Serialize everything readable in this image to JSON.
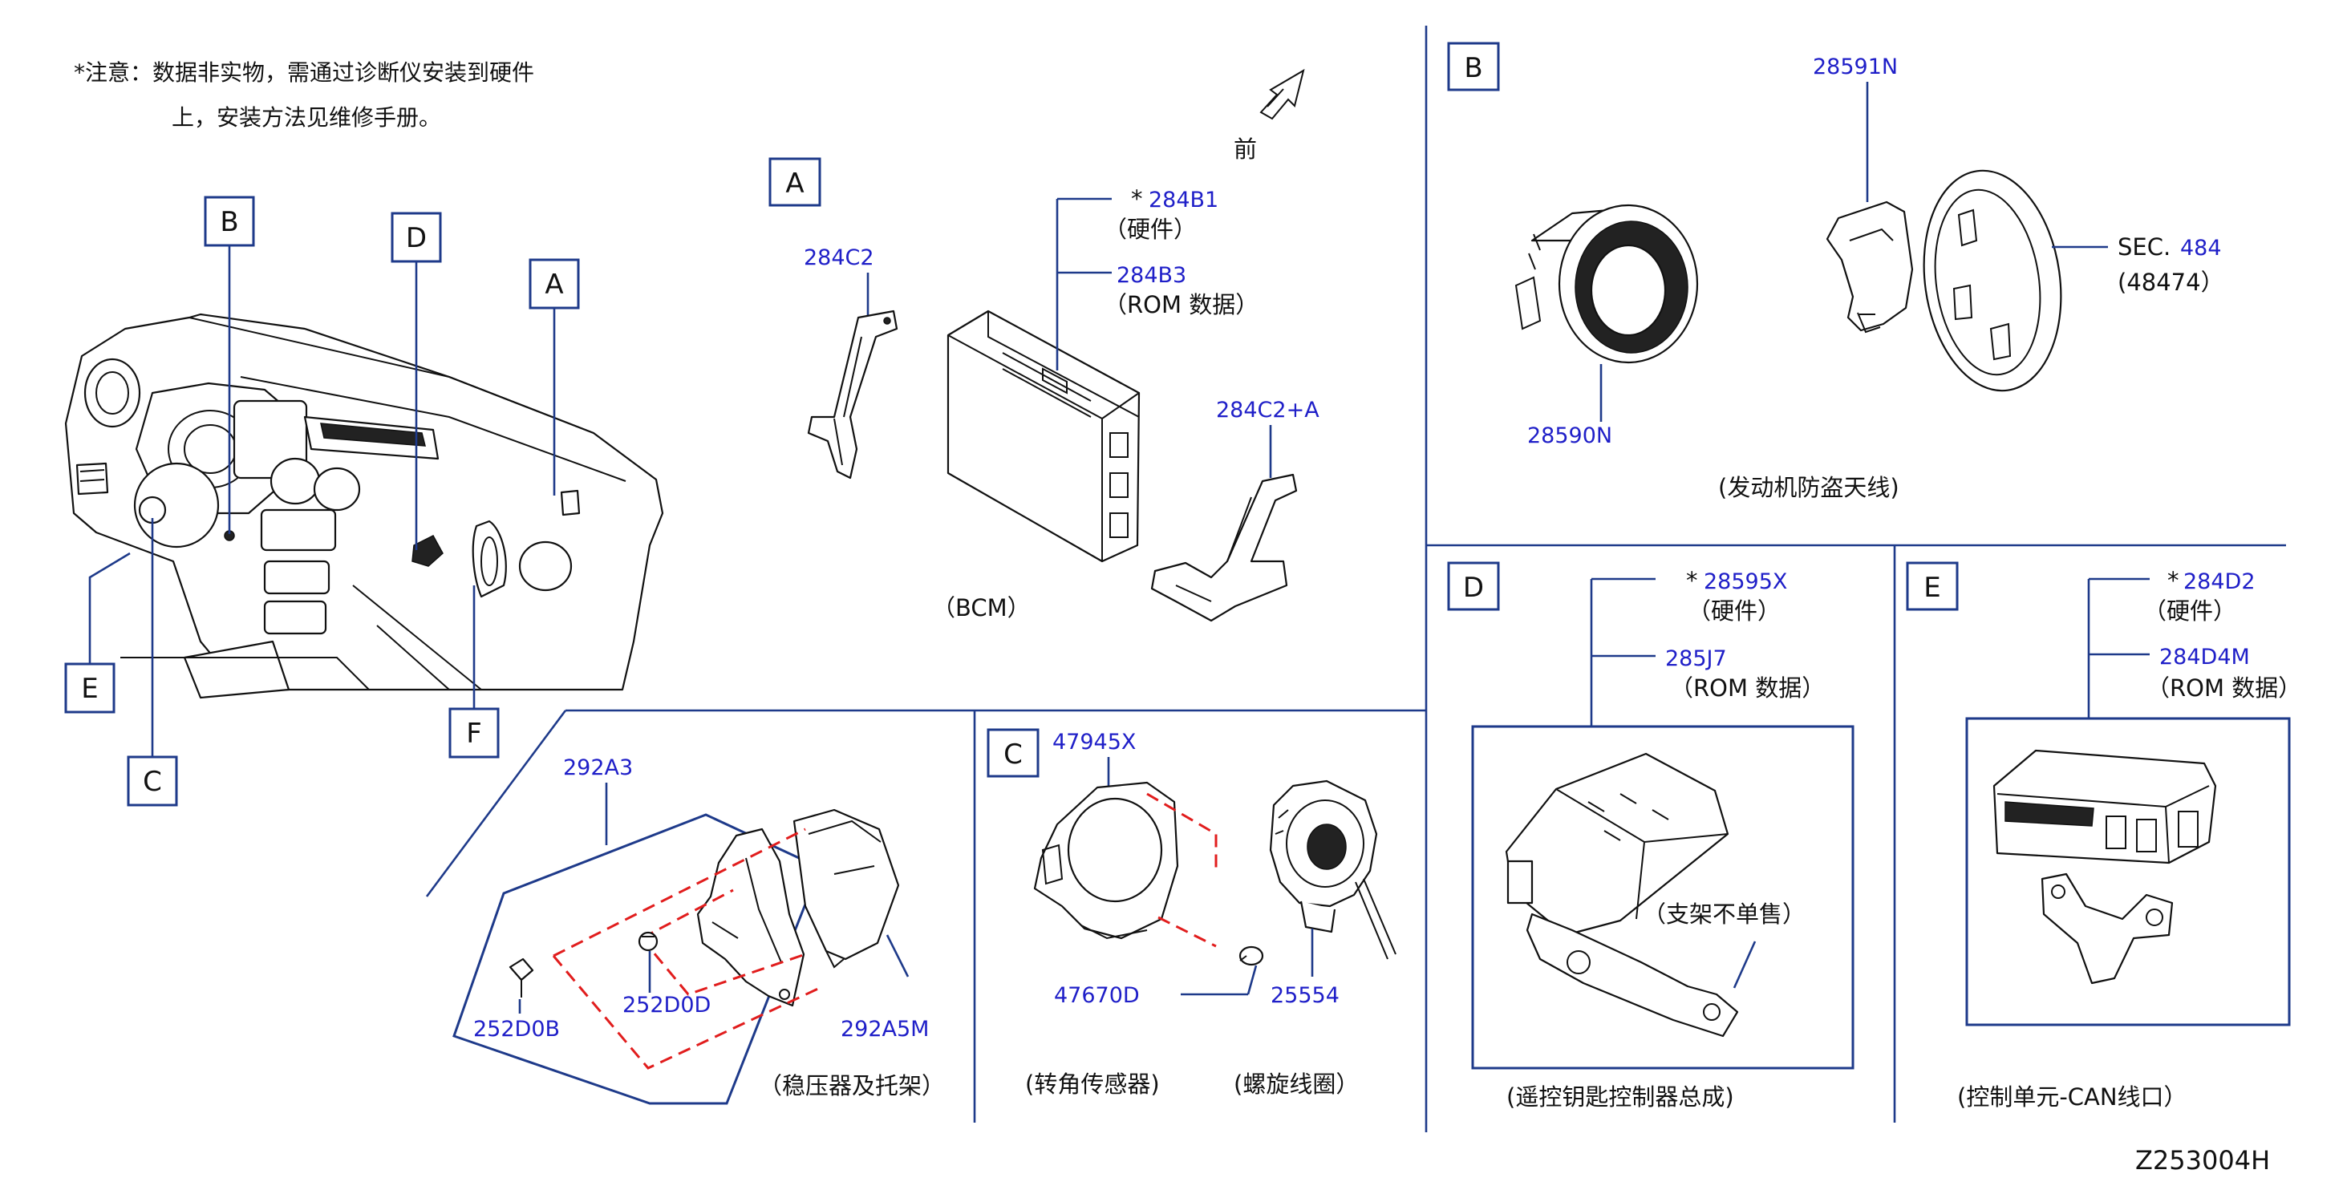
{
  "note": {
    "line1": "*注意：数据非实物，需通过诊断仪安装到硬件",
    "line2": "上，安装方法见维修手册。"
  },
  "front": "前",
  "overview": {
    "callouts": {
      "A": "A",
      "B": "B",
      "C": "C",
      "D": "D",
      "E": "E",
      "F": "F"
    }
  },
  "section_a": {
    "letter": "A",
    "p_284c2": "284C2",
    "p_284b1_star": "*",
    "p_284b1": "284B1",
    "p_284b1_desc": "（硬件）",
    "p_284b3": "284B3",
    "p_284b3_desc": "（ROM   数据）",
    "p_284c2a": "284C2+A",
    "caption": "（BCM）"
  },
  "section_b": {
    "letter": "B",
    "p_28591n": "28591N",
    "p_28590n": "28590N",
    "sec_label": "SEC.",
    "sec_num": "484",
    "sec_sub": "(48474）",
    "caption": "(发动机防盗天线)"
  },
  "section_f": {
    "p_292a3": "292A3",
    "p_252d0b": "252D0B",
    "p_252d0d": "252D0D",
    "p_292a5m": "292A5M",
    "caption": "（稳压器及托架）"
  },
  "section_c": {
    "letter": "C",
    "p_47945x": "47945X",
    "p_47670d": "47670D",
    "p_25554": "25554",
    "caption1": "(转角传感器)",
    "caption2": "(螺旋线圈）"
  },
  "section_d": {
    "letter": "D",
    "p_28595x_star": "*",
    "p_28595x": "28595X",
    "p_28595x_desc": "（硬件）",
    "p_285j7": "285J7",
    "p_285j7_desc": "（ROM   数据）",
    "bracket_note": "（支架不单售）",
    "caption": "(遥控钥匙控制器总成)"
  },
  "section_e": {
    "letter": "E",
    "p_284d2_star": "*",
    "p_284d2": "284D2",
    "p_284d2_desc": "（硬件）",
    "p_284d4m": "284D4M",
    "p_284d4m_desc": "（ROM   数据）",
    "caption": "(控制单元-CAN线口）"
  },
  "figure_id": "Z253004H"
}
